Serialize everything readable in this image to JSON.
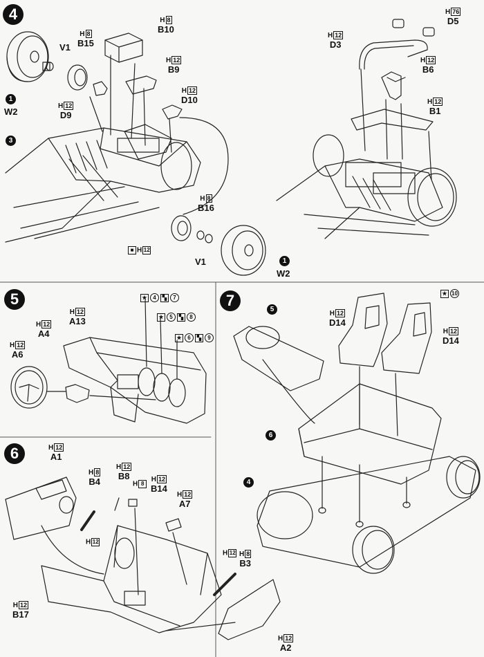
{
  "steps": {
    "s4": "4",
    "s5": "5",
    "s6": "6",
    "s7": "7"
  },
  "step4": {
    "b10": {
      "h": "H",
      "hn": "8",
      "ref": "B10"
    },
    "b15": {
      "h": "H",
      "hn": "8",
      "ref": "B15"
    },
    "v1a": "V1",
    "w2a": {
      "num": "1",
      "ref": "W2"
    },
    "d9": {
      "h": "H",
      "hn": "12",
      "ref": "D9"
    },
    "b9": {
      "h": "H",
      "hn": "12",
      "ref": "B9"
    },
    "d10": {
      "h": "H",
      "hn": "12",
      "ref": "D10"
    },
    "c3": "3",
    "b16": {
      "h": "H",
      "hn": "8",
      "ref": "B16"
    },
    "paint": {
      "h": "H",
      "hn": "12"
    },
    "v1b": "V1",
    "w2b": {
      "num": "1",
      "ref": "W2"
    },
    "d5": {
      "h": "H",
      "hn": "76",
      "ref": "D5"
    },
    "d3": {
      "h": "H",
      "hn": "12",
      "ref": "D3"
    },
    "b6": {
      "h": "H",
      "hn": "12",
      "ref": "B6"
    },
    "b1": {
      "h": "H",
      "hn": "12",
      "ref": "B1"
    }
  },
  "step5": {
    "a13": {
      "h": "H",
      "hn": "12",
      "ref": "A13"
    },
    "a4": {
      "h": "H",
      "hn": "12",
      "ref": "A4"
    },
    "a6": {
      "h": "H",
      "hn": "12",
      "ref": "A6"
    },
    "p7": {
      "a": "4",
      "b": "7"
    },
    "p8": {
      "a": "5",
      "b": "8"
    },
    "p9": {
      "a": "6",
      "b": "9"
    }
  },
  "step6": {
    "a1": {
      "h": "H",
      "hn": "12",
      "ref": "A1"
    },
    "b4": {
      "h": "H",
      "hn": "8",
      "ref": "B4"
    },
    "b8": {
      "h": "H",
      "hn": "12",
      "ref": "B8"
    },
    "b14": {
      "h": "H",
      "hn": "8",
      "ref": "B14"
    },
    "b14h": {
      "h": "H",
      "hn": "12"
    },
    "a7": {
      "h": "H",
      "hn": "12",
      "ref": "A7"
    },
    "b4h": {
      "h": "H",
      "hn": "12"
    },
    "b3": {
      "h": "H",
      "hn": "12",
      "ref": "B3"
    },
    "b3h": {
      "h": "H",
      "hn": "8"
    },
    "b17": {
      "h": "H",
      "hn": "12",
      "ref": "B17"
    },
    "a2": {
      "h": "H",
      "hn": "12",
      "ref": "A2"
    }
  },
  "step7": {
    "c5": "5",
    "paint10": "10",
    "d14a": {
      "h": "H",
      "hn": "12",
      "ref": "D14"
    },
    "d14b": {
      "h": "H",
      "hn": "12",
      "ref": "D14"
    },
    "c6": "6",
    "c4": "4"
  }
}
